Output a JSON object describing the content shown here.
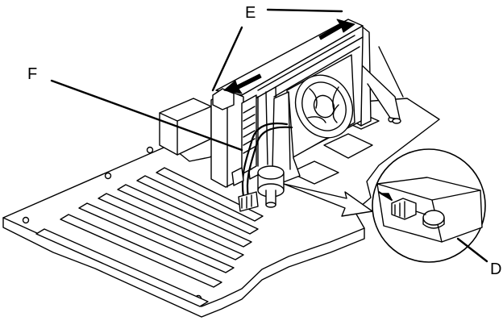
{
  "callouts": {
    "e": "E",
    "f": "F",
    "d": "D"
  },
  "colors": {
    "ink": "#000000",
    "paper": "#ffffff"
  }
}
